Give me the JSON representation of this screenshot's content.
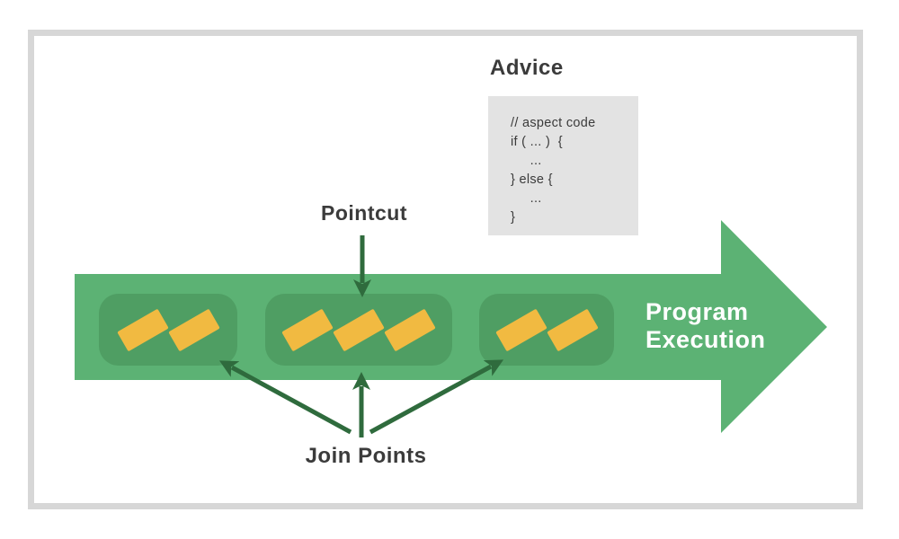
{
  "colors": {
    "band": "#5cb274",
    "group": "#4f9e63",
    "marker": "#f1ba41",
    "arrow": "#2f6b3d",
    "codebox": "#e3e3e3",
    "frame": "#d7d7d7",
    "text": "#3b3b3b",
    "light_text": "#ffffff"
  },
  "advice": {
    "label": "Advice",
    "code_lines": [
      "// aspect code",
      "if ( ... )  {",
      "     ...",
      "} else {",
      "     ...",
      "}"
    ]
  },
  "pointcut": {
    "label": "Pointcut"
  },
  "join_points": {
    "label": "Join Points",
    "groups": [
      2,
      3,
      2
    ]
  },
  "program_execution": {
    "lines": [
      "Program",
      "Execution"
    ]
  }
}
